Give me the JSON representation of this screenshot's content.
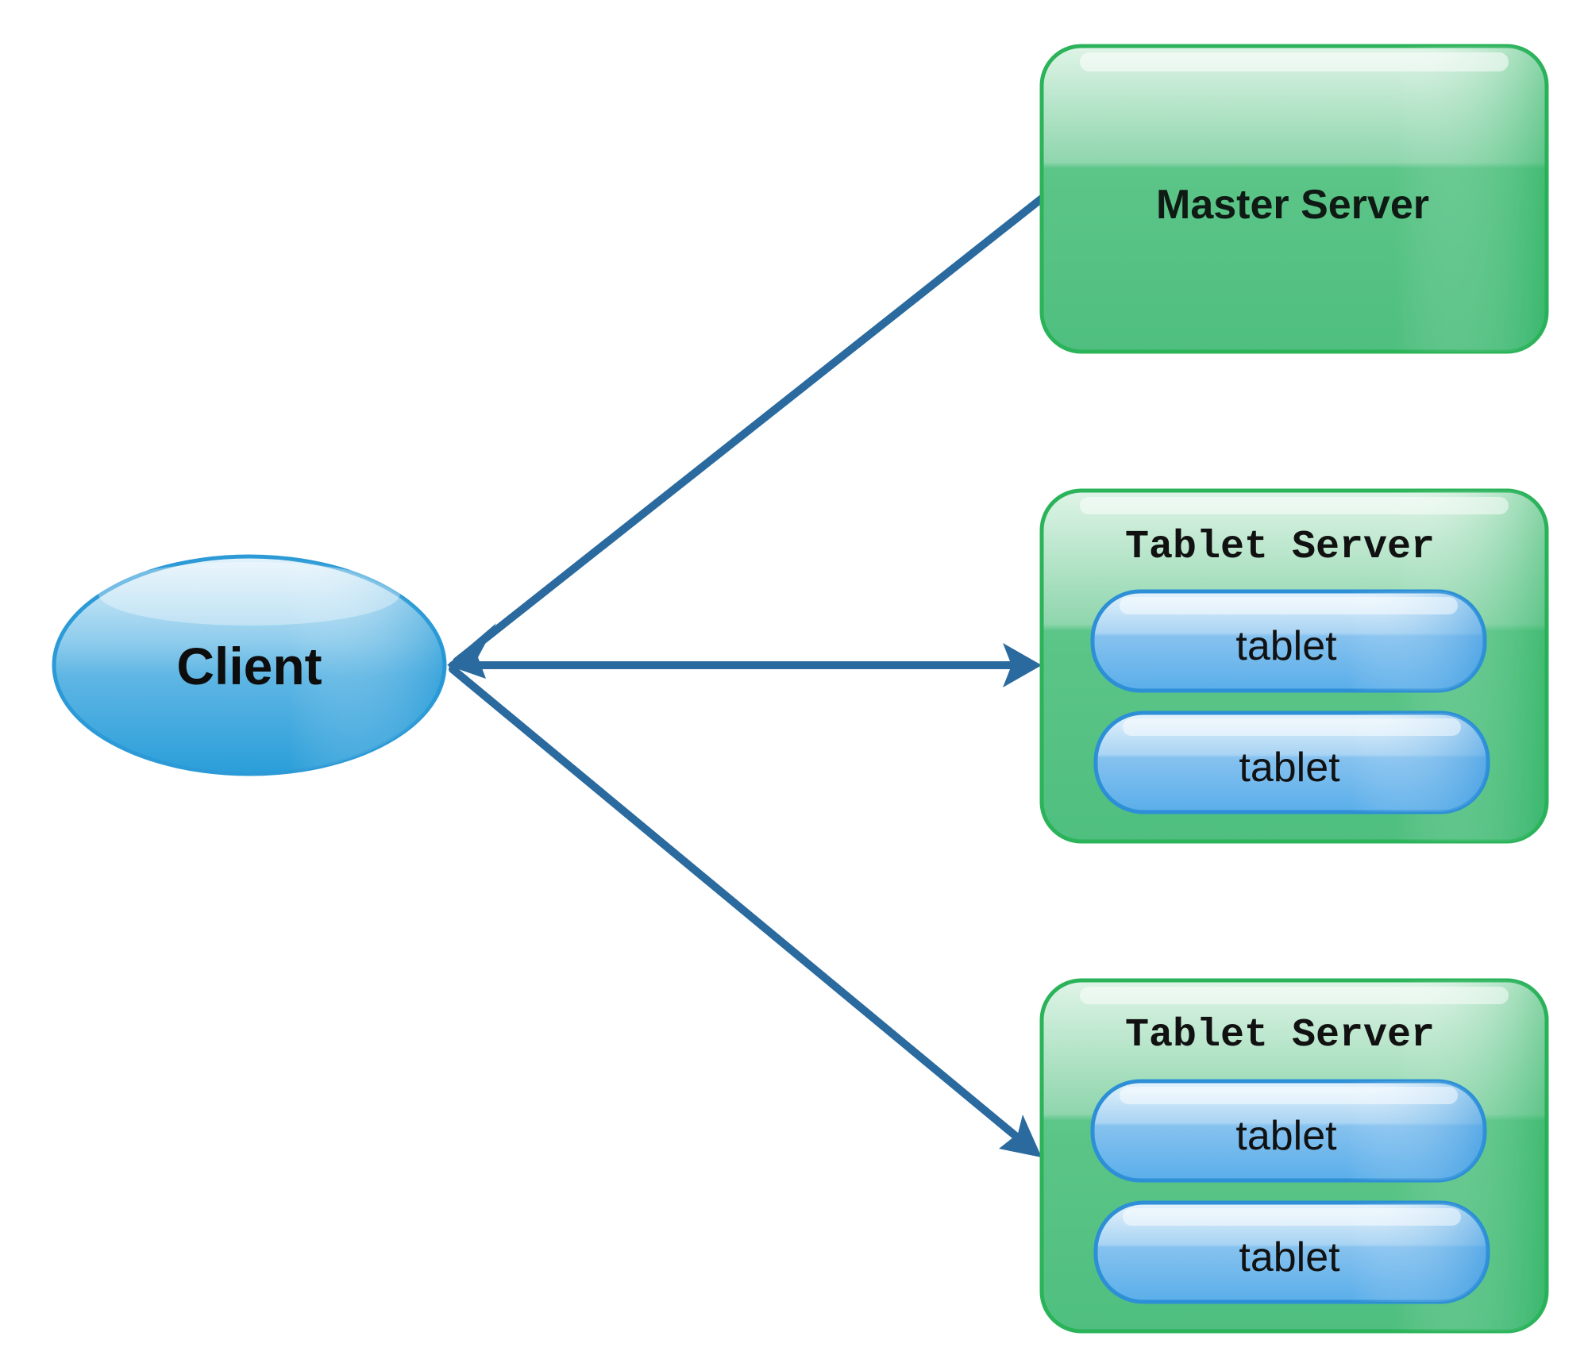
{
  "diagram": {
    "client": {
      "label": "Client"
    },
    "master": {
      "label": "Master Server"
    },
    "tablet_servers": [
      {
        "label": "Tablet Server",
        "tablets": [
          "tablet",
          "tablet"
        ]
      },
      {
        "label": "Tablet Server",
        "tablets": [
          "tablet",
          "tablet"
        ]
      }
    ]
  },
  "colors": {
    "arrow": "#2a6a9e",
    "green_border": "#2bb35a",
    "green_fill": "#5fc589",
    "green_dark": "#26b45f",
    "blue_border": "#2d8fd6",
    "blue_fill": "#5aaeea",
    "client_fill": "#34a6dc"
  }
}
